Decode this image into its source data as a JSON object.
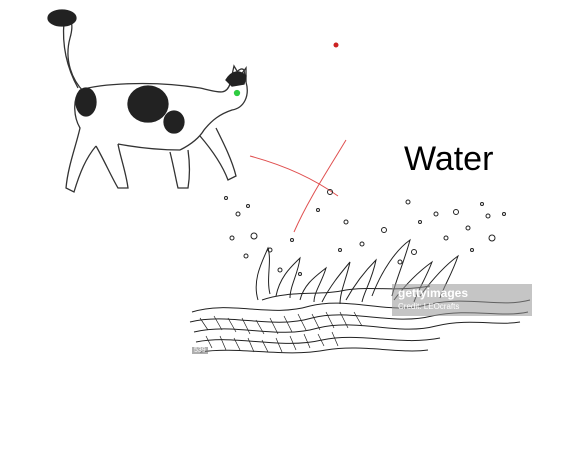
{
  "canvas": {
    "label": "Water",
    "watermark": {
      "logo": "gettyimages",
      "credit": "Credit: LEOcrafts",
      "image_id": "539"
    }
  },
  "colors": {
    "background": "#ffffff",
    "ink": "#000000",
    "pen_red": "#e05050",
    "pen_dot": "#cc2222",
    "cat_eye": "#2ecc40"
  },
  "icons": [
    "cat-illustration",
    "water-splash-illustration",
    "red-cross-mark",
    "red-dot"
  ]
}
